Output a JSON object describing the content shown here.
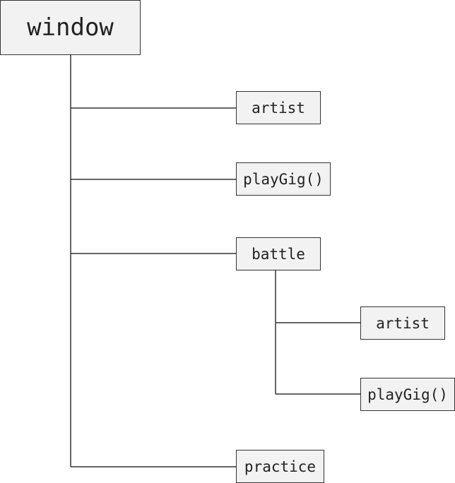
{
  "diagram": {
    "root": {
      "label": "window"
    },
    "children": [
      {
        "label": "artist"
      },
      {
        "label": "playGig()"
      },
      {
        "label": "battle",
        "children": [
          {
            "label": "artist"
          },
          {
            "label": "playGig()"
          }
        ]
      },
      {
        "label": "practice"
      }
    ]
  },
  "colors": {
    "line": "#333333",
    "box_fill": "#f2f2f2",
    "box_border": "#333333",
    "text": "#222222"
  }
}
